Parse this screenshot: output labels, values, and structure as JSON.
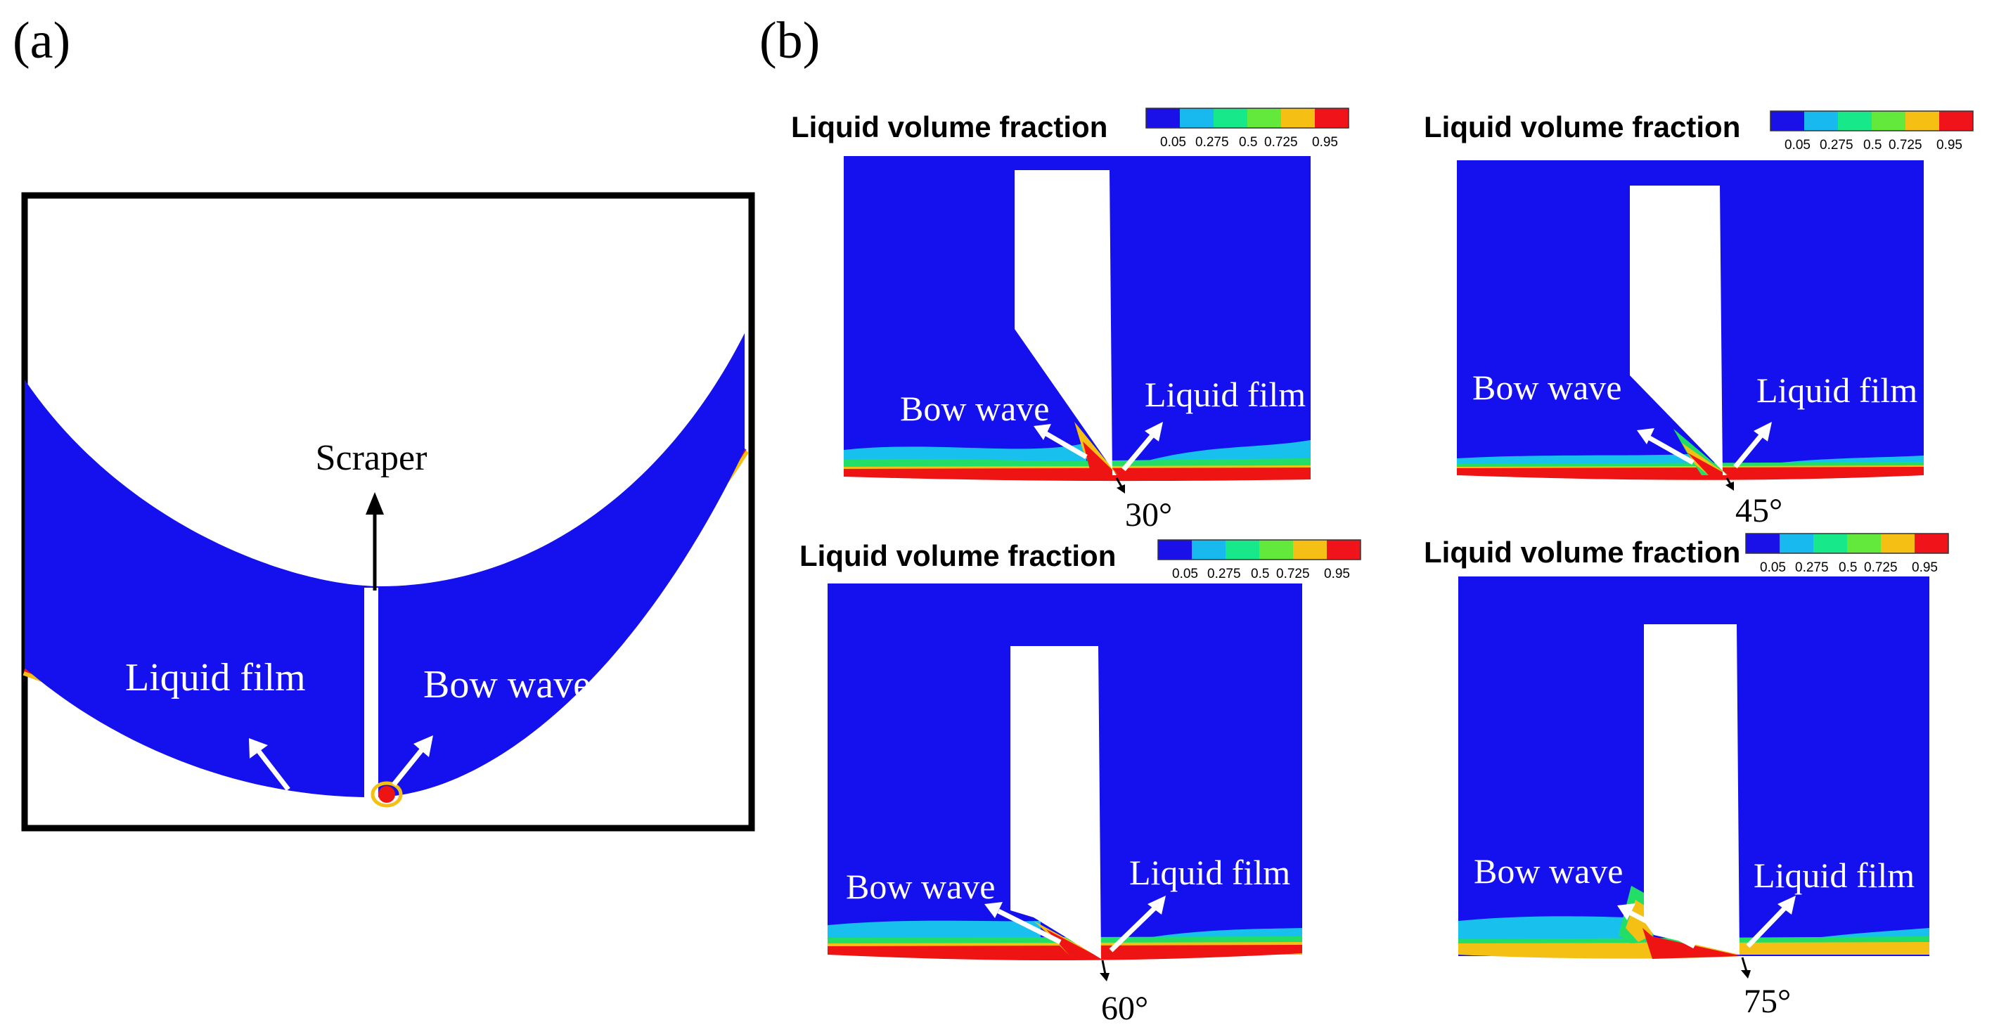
{
  "figure": {
    "panel_a": {
      "label": "(a)",
      "annotations": {
        "scraper": "Scraper",
        "liquid_film": "Liquid film",
        "bow_wave": "Bow wave"
      }
    },
    "panel_b": {
      "label": "(b)",
      "legend": {
        "title": "Liquid volume fraction",
        "ticks": [
          "0.05",
          "0.275",
          "0.5",
          "0.725",
          "0.95"
        ],
        "colors": [
          "#1a10e8",
          "#18b9ee",
          "#17e88a",
          "#63e93b",
          "#f5bf14",
          "#f0141a"
        ]
      },
      "subplots": [
        {
          "angle": "30°",
          "bow_wave": "Bow wave",
          "liquid_film": "Liquid film"
        },
        {
          "angle": "45°",
          "bow_wave": "Bow wave",
          "liquid_film": "Liquid film"
        },
        {
          "angle": "60°",
          "bow_wave": "Bow wave",
          "liquid_film": "Liquid film"
        },
        {
          "angle": "75°",
          "bow_wave": "Bow wave",
          "liquid_film": "Liquid film"
        }
      ]
    },
    "colors": {
      "fluid_blue": "#1410ee",
      "film_red": "#ee1414",
      "film_cyan": "#18c0ee",
      "film_green": "#22dd66",
      "film_yellow": "#f5c014",
      "frame_black": "#000000"
    }
  }
}
